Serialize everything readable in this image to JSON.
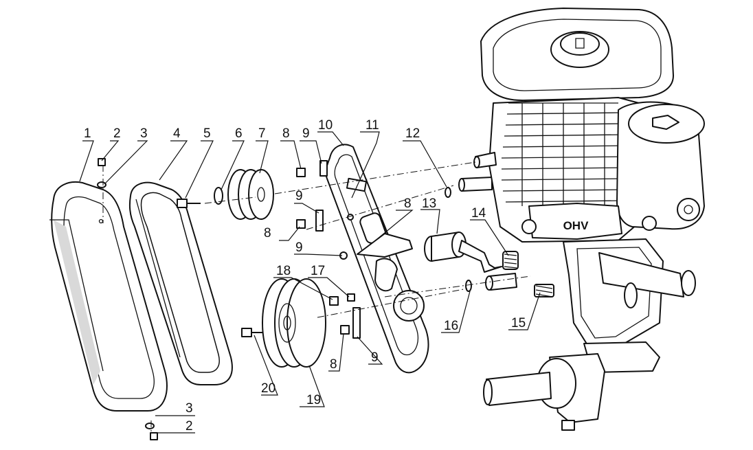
{
  "callouts": [
    {
      "id": "c1",
      "text": "1"
    },
    {
      "id": "c2a",
      "text": "2"
    },
    {
      "id": "c3a",
      "text": "3"
    },
    {
      "id": "c4",
      "text": "4"
    },
    {
      "id": "c5",
      "text": "5"
    },
    {
      "id": "c6",
      "text": "6"
    },
    {
      "id": "c7",
      "text": "7"
    },
    {
      "id": "c8a",
      "text": "8"
    },
    {
      "id": "c9a",
      "text": "9"
    },
    {
      "id": "c10",
      "text": "10"
    },
    {
      "id": "c11",
      "text": "11"
    },
    {
      "id": "c12",
      "text": "12"
    },
    {
      "id": "c9b",
      "text": "9"
    },
    {
      "id": "c8b",
      "text": "8"
    },
    {
      "id": "c8c",
      "text": "8"
    },
    {
      "id": "c13",
      "text": "13"
    },
    {
      "id": "c14",
      "text": "14"
    },
    {
      "id": "c9c",
      "text": "9"
    },
    {
      "id": "c18",
      "text": "18"
    },
    {
      "id": "c17",
      "text": "17"
    },
    {
      "id": "c16",
      "text": "16"
    },
    {
      "id": "c15",
      "text": "15"
    },
    {
      "id": "c20",
      "text": "20"
    },
    {
      "id": "c19",
      "text": "19"
    },
    {
      "id": "c8d",
      "text": "8"
    },
    {
      "id": "c9d",
      "text": "9"
    },
    {
      "id": "c3b",
      "text": "3"
    },
    {
      "id": "c2b",
      "text": "2"
    }
  ],
  "engine_badge": "OHV"
}
